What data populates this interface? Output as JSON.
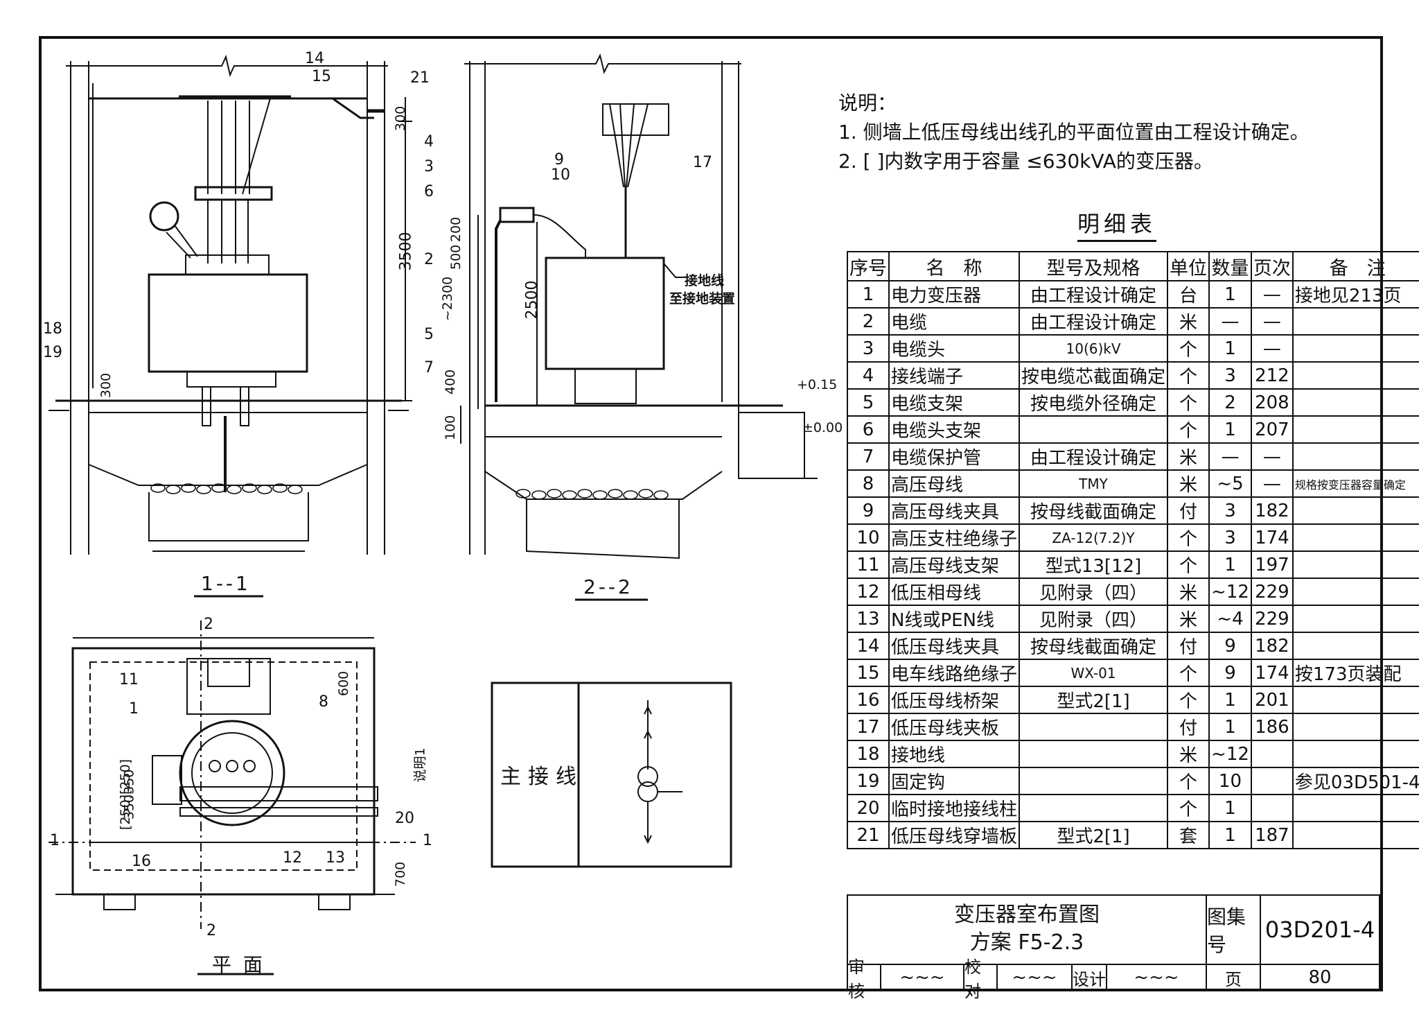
{
  "notes": {
    "heading": "说明：",
    "items": [
      "1. 侧墙上低压母线出线孔的平面位置由工程设计确定。",
      "2. [ ]内数字用于容量 ≤630kVA的变压器。"
    ]
  },
  "table": {
    "title": "明细表",
    "headers": [
      "序号",
      "名　称",
      "型号及规格",
      "单位",
      "数量",
      "页次",
      "备　注"
    ],
    "rows": [
      [
        "1",
        "电力变压器",
        "由工程设计确定",
        "台",
        "1",
        "—",
        "接地见213页"
      ],
      [
        "2",
        "电缆",
        "由工程设计确定",
        "米",
        "—",
        "—",
        ""
      ],
      [
        "3",
        "电缆头",
        "10(6)kV",
        "个",
        "1",
        "—",
        ""
      ],
      [
        "4",
        "接线端子",
        "按电缆芯截面确定",
        "个",
        "3",
        "212",
        ""
      ],
      [
        "5",
        "电缆支架",
        "按电缆外径确定",
        "个",
        "2",
        "208",
        ""
      ],
      [
        "6",
        "电缆头支架",
        "",
        "个",
        "1",
        "207",
        ""
      ],
      [
        "7",
        "电缆保护管",
        "由工程设计确定",
        "米",
        "—",
        "—",
        ""
      ],
      [
        "8",
        "高压母线",
        "TMY",
        "米",
        "~5",
        "—",
        "规格按变压器容量确定"
      ],
      [
        "9",
        "高压母线夹具",
        "按母线截面确定",
        "付",
        "3",
        "182",
        ""
      ],
      [
        "10",
        "高压支柱绝缘子",
        "ZA-12(7.2)Y",
        "个",
        "3",
        "174",
        ""
      ],
      [
        "11",
        "高压母线支架",
        "型式13[12]",
        "个",
        "1",
        "197",
        ""
      ],
      [
        "12",
        "低压相母线",
        "见附录（四）",
        "米",
        "~12",
        "229",
        ""
      ],
      [
        "13",
        "N线或PEN线",
        "见附录（四）",
        "米",
        "~4",
        "229",
        ""
      ],
      [
        "14",
        "低压母线夹具",
        "按母线截面确定",
        "付",
        "9",
        "182",
        ""
      ],
      [
        "15",
        "电车线路绝缘子",
        "WX-01",
        "个",
        "9",
        "174",
        "按173页装配"
      ],
      [
        "16",
        "低压母线桥架",
        "型式2[1]",
        "个",
        "1",
        "201",
        ""
      ],
      [
        "17",
        "低压母线夹板",
        "",
        "付",
        "1",
        "186",
        ""
      ],
      [
        "18",
        "接地线",
        "",
        "米",
        "~12",
        "",
        ""
      ],
      [
        "19",
        "固定钩",
        "",
        "个",
        "10",
        "",
        "参见03D501-4"
      ],
      [
        "20",
        "临时接地接线柱",
        "",
        "个",
        "1",
        "",
        ""
      ],
      [
        "21",
        "低压母线穿墙板",
        "型式2[1]",
        "套",
        "1",
        "187",
        ""
      ]
    ]
  },
  "title_block": {
    "title": "变压器室布置图",
    "scheme": "方案 F5-2.3",
    "atlas_label": "图集号",
    "atlas_no": "03D201-4",
    "review_label": "审核",
    "check_label": "校对",
    "design_label": "设计",
    "page_label": "页",
    "page_no": "80"
  },
  "drawing": {
    "section1_label": "1--1",
    "section2_label": "2--2",
    "plan_label": "平 面",
    "main_wiring_label": "主接线",
    "dims": {
      "d3500": "3500",
      "d300a": "300",
      "d300b": "300",
      "d2500": "2500",
      "d2300": "~2300",
      "d500": "500",
      "d200": "200",
      "d400": "400",
      "d100": "100",
      "d600": "600",
      "d700": "700",
      "d350": "350350",
      "d250": "[250][250]",
      "elev1": "+0.15",
      "elev2": "±0.00",
      "note1": "说明1"
    },
    "ground_note_1": "接地线",
    "ground_note_2": "至接地装置",
    "callouts": {
      "c14": "14",
      "c15": "15",
      "c21": "21",
      "c18": "18",
      "c19": "19",
      "c4": "4",
      "c3": "3",
      "c6": "6",
      "c2": "2",
      "c5": "5",
      "c7": "7",
      "c9": "9",
      "c10": "10",
      "c17": "17",
      "c11": "11",
      "c1": "1",
      "c8": "8",
      "c16": "16",
      "c12": "12",
      "c13": "13",
      "c20": "20",
      "sec1a": "1",
      "sec1b": "1",
      "sec2a": "2",
      "sec2b": "2"
    }
  }
}
